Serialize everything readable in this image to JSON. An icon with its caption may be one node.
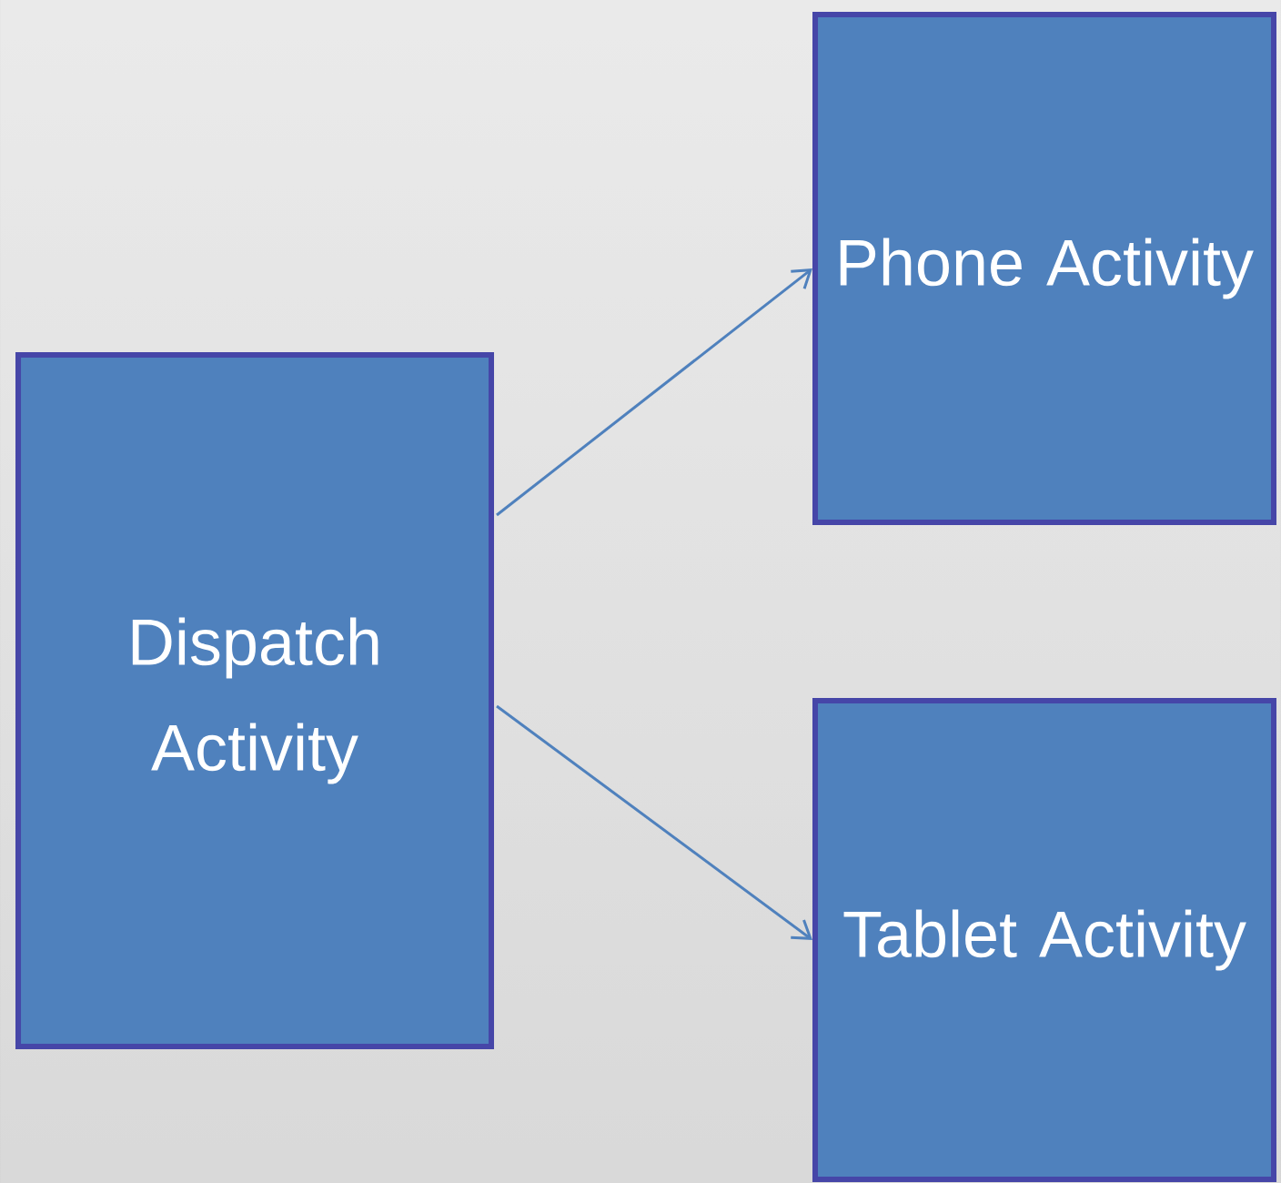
{
  "diagram": {
    "nodes": [
      {
        "text": [
          "Dispatch Activity"
        ]
      },
      {
        "text": [
          "Phone Activity"
        ]
      },
      {
        "text": [
          "Tablet Activity"
        ]
      }
    ],
    "edges": [
      {
        "from": 0,
        "to": 1,
        "arrow": "to"
      },
      {
        "from": 0,
        "to": 2,
        "arrow": "to"
      }
    ]
  }
}
